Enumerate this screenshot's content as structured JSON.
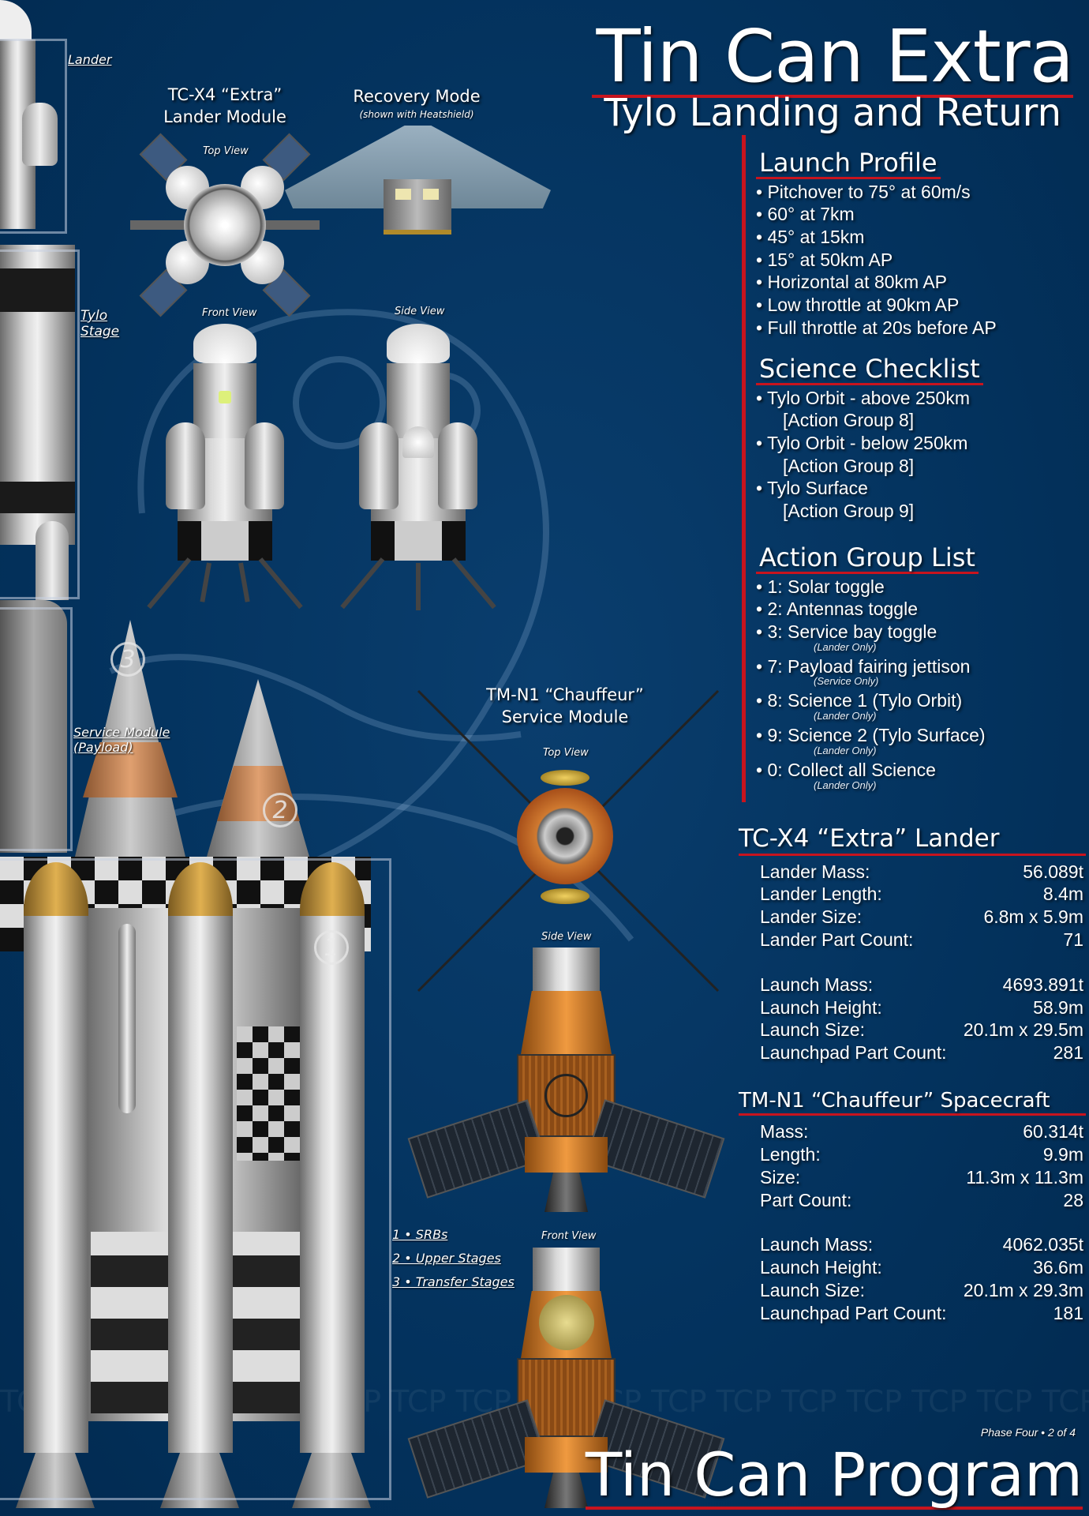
{
  "title": "Tin Can Extra",
  "subtitle": "Tylo Landing and Return",
  "footer_title": "Tin Can Program",
  "phase": "Phase Four • 2 of 4",
  "watermark": "TCP TCP TCP TCP TCP TCP TCP TCP TCP TCP TCP TCP TCP TCP TCP TCP TCP TCP",
  "colors": {
    "background": "#03325d",
    "accent": "#c8141e"
  },
  "drawing_labels": {
    "lander": "Lander",
    "tylo_stage": "Tylo Stage",
    "service_module": "Service Module (Payload)",
    "lander_module_title_1": "TC-X4 “Extra”",
    "lander_module_title_2": "Lander Module",
    "recovery_title": "Recovery Mode",
    "recovery_note": "(shown with Heatshield)",
    "lander_top_view": "Top View",
    "lander_front_view": "Front View",
    "lander_side_view": "Side View",
    "sm_title_1": "TM-N1 “Chauffeur”",
    "sm_title_2": "Service Module",
    "sm_top_view": "Top View",
    "sm_side_view": "Side View",
    "sm_front_view": "Front View",
    "stage_legend": [
      "1 • SRBs",
      "2 • Upper Stages",
      "3 • Transfer Stages"
    ],
    "stage_numbers": [
      "1",
      "2",
      "3"
    ]
  },
  "launch_profile": {
    "heading": "Launch Profile",
    "items": [
      "Pitchover to 75° at 60m/s",
      "60° at 7km",
      "45° at 15km",
      "15° at 50km AP",
      "Horizontal at 80km AP",
      "Low throttle at 90km AP",
      "Full throttle at 20s before AP"
    ]
  },
  "science_checklist": {
    "heading": "Science Checklist",
    "items": [
      {
        "text": "Tylo Orbit - above 250km",
        "sub": "[Action Group 8]"
      },
      {
        "text": "Tylo Orbit - below 250km",
        "sub": "[Action Group 8]"
      },
      {
        "text": "Tylo Surface",
        "sub": "[Action Group 9]"
      }
    ]
  },
  "action_groups": {
    "heading": "Action Group List",
    "items": [
      {
        "text": "1: Solar toggle"
      },
      {
        "text": "2: Antennas toggle"
      },
      {
        "text": "3: Service bay toggle",
        "note": "(Lander Only)"
      },
      {
        "text": "7: Payload fairing jettison",
        "note": "(Service Only)"
      },
      {
        "text": "8: Science 1 (Tylo Orbit)",
        "note": "(Lander Only)"
      },
      {
        "text": "9: Science 2 (Tylo Surface)",
        "note": "(Lander Only)"
      },
      {
        "text": "0: Collect all Science",
        "note": "(Lander Only)"
      }
    ]
  },
  "lander_stats": {
    "heading": "TC-X4 “Extra” Lander",
    "craft": [
      [
        "Lander Mass:",
        "56.089t"
      ],
      [
        "Lander Length:",
        "8.4m"
      ],
      [
        "Lander Size:",
        "6.8m x 5.9m"
      ],
      [
        "Lander Part Count:",
        "71"
      ]
    ],
    "launch": [
      [
        "Launch Mass:",
        "4693.891t"
      ],
      [
        "Launch Height:",
        "58.9m"
      ],
      [
        "Launch Size:",
        "20.1m x 29.5m"
      ],
      [
        "Launchpad Part Count:",
        "281"
      ]
    ]
  },
  "spacecraft_stats": {
    "heading": "TM-N1 “Chauffeur” Spacecraft",
    "craft": [
      [
        "Mass:",
        "60.314t"
      ],
      [
        "Length:",
        "9.9m"
      ],
      [
        "Size:",
        "11.3m x 11.3m"
      ],
      [
        "Part Count:",
        "28"
      ]
    ],
    "launch": [
      [
        "Launch Mass:",
        "4062.035t"
      ],
      [
        "Launch Height:",
        "36.6m"
      ],
      [
        "Launch Size:",
        "20.1m x 29.3m"
      ],
      [
        "Launchpad Part Count:",
        "181"
      ]
    ]
  }
}
